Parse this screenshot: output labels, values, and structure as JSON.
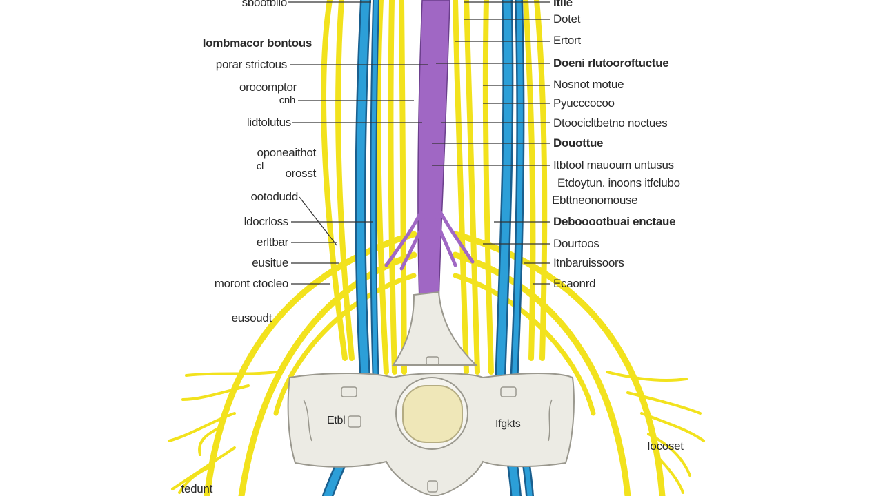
{
  "colors": {
    "nerve": "#f2e21d",
    "nerve_outline": "#c9b800",
    "vessel": "#2c9fd8",
    "vessel_outline": "#1a5f8e",
    "spinal_cord": "#a067c4",
    "bone": "#ecebe4",
    "bone_outline": "#9a988e",
    "disc": "#efe7b8",
    "leader": "#333333"
  },
  "labels_left": [
    {
      "text": "sbootbilo"
    },
    {
      "text": "Iombmacor bontous"
    },
    {
      "text": "porar strictous"
    },
    {
      "text": "orocomptor"
    },
    {
      "text": "cnh"
    },
    {
      "text": "lidtolutus"
    },
    {
      "text": "oponeaithot"
    },
    {
      "text": "cl"
    },
    {
      "text": "orosst"
    },
    {
      "text": "ootodudd"
    },
    {
      "text": "ldocrloss"
    },
    {
      "text": "erltbar"
    },
    {
      "text": "eusitue"
    },
    {
      "text": "moront ctocleo"
    },
    {
      "text": "eusoudt"
    },
    {
      "text": "tedunt"
    }
  ],
  "labels_right": [
    {
      "text": "Itlle"
    },
    {
      "text": "Dotet"
    },
    {
      "text": "Ertort"
    },
    {
      "text": "Doeni rlutooroftuctue"
    },
    {
      "text": "Nosnot motue"
    },
    {
      "text": "Pyucccocoo"
    },
    {
      "text": "Dtoocicltbetno noctues"
    },
    {
      "text": "Douottue"
    },
    {
      "text": "Itbtool mauoum untusus"
    },
    {
      "text": "Etdoytun. inoons itfclubo"
    },
    {
      "text": "Ebttneonomouse"
    },
    {
      "text": "Debooootbuai enctaue"
    },
    {
      "text": "Dourtoos"
    },
    {
      "text": "Itnbaruissoors"
    },
    {
      "text": "Ecaonrd"
    },
    {
      "text": "Iocoset"
    }
  ],
  "vertebra_labels": {
    "left": "Etbl",
    "right": "Ifgkts"
  }
}
